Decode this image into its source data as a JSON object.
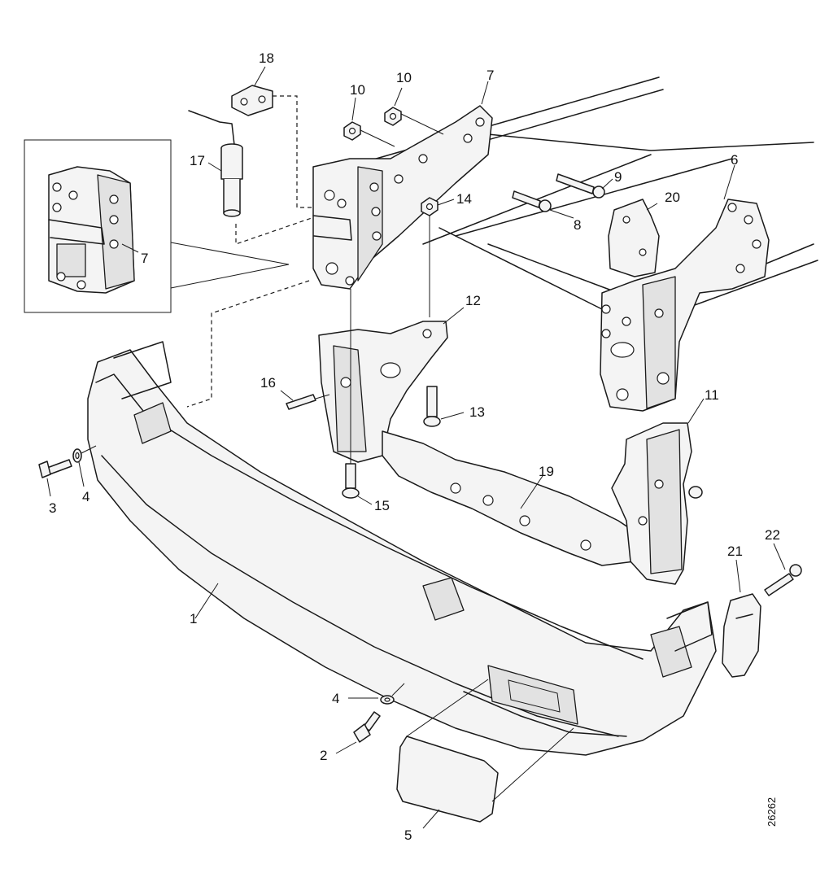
{
  "diagram": {
    "callouts": {
      "c1": "1",
      "c2": "2",
      "c3": "3",
      "c4a": "4",
      "c4b": "4",
      "c5": "5",
      "c6": "6",
      "c7a": "7",
      "c7b": "7",
      "c8": "8",
      "c9": "9",
      "c10a": "10",
      "c10b": "10",
      "c11": "11",
      "c12": "12",
      "c13": "13",
      "c14": "14",
      "c15": "15",
      "c16": "16",
      "c17": "17",
      "c18": "18",
      "c19": "19",
      "c20": "20",
      "c21": "21",
      "c22": "22"
    },
    "reference_code": "26262"
  }
}
